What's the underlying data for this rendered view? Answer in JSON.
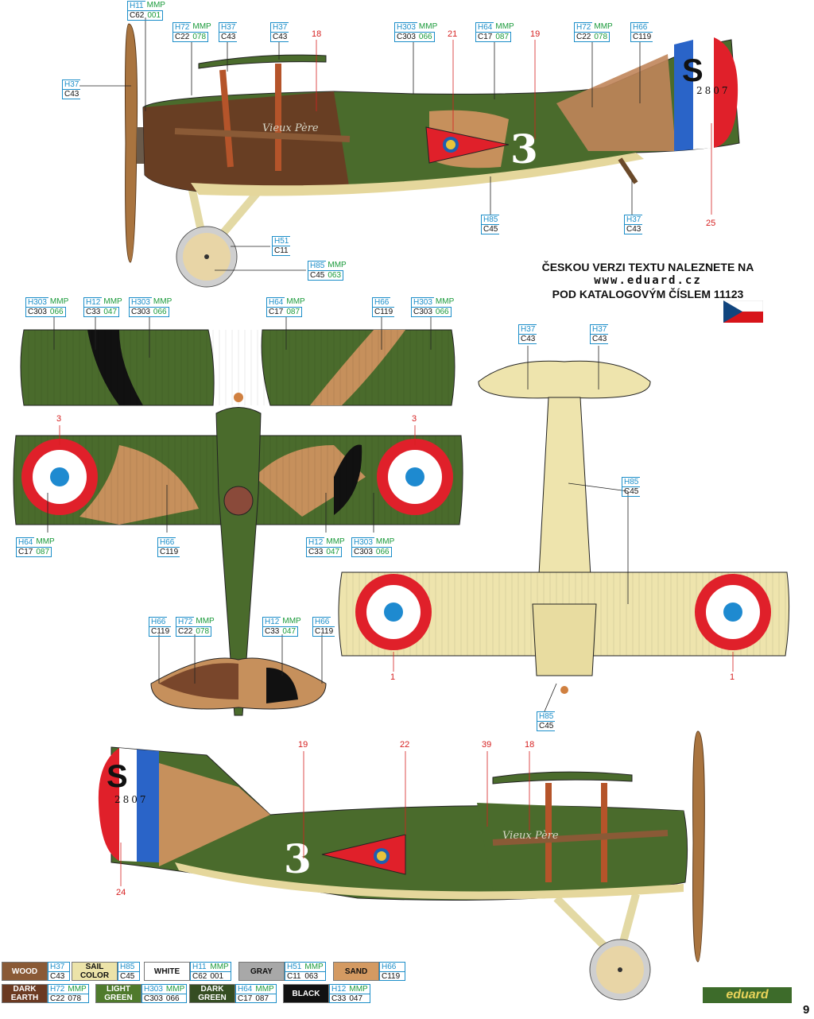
{
  "czech_note": {
    "line1": "ČESKOU VERZI TEXTU NALEZNETE NA",
    "line2": "www.eduard.cz",
    "line3": "POD KATALOGOVÝM ČÍSLEM 11123"
  },
  "markings": {
    "fuselage_number": "3",
    "tail_letter": "S",
    "serial": "2807",
    "script_name": "Vieux Père"
  },
  "callouts": [
    {
      "id": "c1",
      "h": "H11",
      "m": "MMP",
      "c": "C62",
      "n": "001"
    },
    {
      "id": "c2",
      "h": "H37",
      "m": "",
      "c": "C43",
      "n": ""
    },
    {
      "id": "c3",
      "h": "H72",
      "m": "MMP",
      "c": "C22",
      "n": "078"
    },
    {
      "id": "c4",
      "h": "H37",
      "m": "",
      "c": "C43",
      "n": ""
    },
    {
      "id": "c5",
      "h": "H37",
      "m": "",
      "c": "C43",
      "n": ""
    },
    {
      "id": "c6",
      "h": "H303",
      "m": "MMP",
      "c": "C303",
      "n": "066"
    },
    {
      "id": "c7",
      "h": "H64",
      "m": "MMP",
      "c": "C17",
      "n": "087"
    },
    {
      "id": "c8",
      "h": "H72",
      "m": "MMP",
      "c": "C22",
      "n": "078"
    },
    {
      "id": "c9",
      "h": "H66",
      "m": "",
      "c": "C119",
      "n": ""
    },
    {
      "id": "c10",
      "h": "H85",
      "m": "",
      "c": "C45",
      "n": ""
    },
    {
      "id": "c11",
      "h": "H37",
      "m": "",
      "c": "C43",
      "n": ""
    },
    {
      "id": "c12",
      "h": "H51",
      "m": "",
      "c": "C11",
      "n": ""
    },
    {
      "id": "c13",
      "h": "H85",
      "m": "MMP",
      "c": "C45",
      "n": "063"
    },
    {
      "id": "c14",
      "h": "H303",
      "m": "MMP",
      "c": "C303",
      "n": "066"
    },
    {
      "id": "c15",
      "h": "H12",
      "m": "MMP",
      "c": "C33",
      "n": "047"
    },
    {
      "id": "c16",
      "h": "H303",
      "m": "MMP",
      "c": "C303",
      "n": "066"
    },
    {
      "id": "c17",
      "h": "H64",
      "m": "MMP",
      "c": "C17",
      "n": "087"
    },
    {
      "id": "c18",
      "h": "H66",
      "m": "",
      "c": "C119",
      "n": ""
    },
    {
      "id": "c19",
      "h": "H303",
      "m": "MMP",
      "c": "C303",
      "n": "066"
    },
    {
      "id": "c20",
      "h": "H37",
      "m": "",
      "c": "C43",
      "n": ""
    },
    {
      "id": "c21",
      "h": "H37",
      "m": "",
      "c": "C43",
      "n": ""
    },
    {
      "id": "c22",
      "h": "H64",
      "m": "MMP",
      "c": "C17",
      "n": "087"
    },
    {
      "id": "c23",
      "h": "H66",
      "m": "",
      "c": "C119",
      "n": ""
    },
    {
      "id": "c24",
      "h": "H12",
      "m": "MMP",
      "c": "C33",
      "n": "047"
    },
    {
      "id": "c25",
      "h": "H303",
      "m": "MMP",
      "c": "C303",
      "n": "066"
    },
    {
      "id": "c26",
      "h": "H85",
      "m": "",
      "c": "C45",
      "n": ""
    },
    {
      "id": "c27",
      "h": "H66",
      "m": "",
      "c": "C119",
      "n": ""
    },
    {
      "id": "c28",
      "h": "H72",
      "m": "MMP",
      "c": "C22",
      "n": "078"
    },
    {
      "id": "c29",
      "h": "H12",
      "m": "MMP",
      "c": "C33",
      "n": "047"
    },
    {
      "id": "c30",
      "h": "H66",
      "m": "",
      "c": "C119",
      "n": ""
    },
    {
      "id": "c31",
      "h": "H85",
      "m": "",
      "c": "C45",
      "n": ""
    }
  ],
  "decal_numbers": [
    "18",
    "21",
    "19",
    "25",
    "3",
    "3",
    "1",
    "1",
    "19",
    "22",
    "39",
    "18",
    "24"
  ],
  "legend": [
    {
      "label": "WOOD",
      "h": "H37",
      "m": "",
      "c": "C43",
      "n": "",
      "color": "#8a5a36",
      "text_color": "#ffffff"
    },
    {
      "label": "SAIL COLOR",
      "h": "H85",
      "m": "",
      "c": "C45",
      "n": "",
      "color": "#ece3a9",
      "text_color": "#111111"
    },
    {
      "label": "WHITE",
      "h": "H11",
      "m": "MMP",
      "c": "C62",
      "n": "001",
      "color": "#ffffff",
      "text_color": "#111111"
    },
    {
      "label": "GRAY",
      "h": "H51",
      "m": "MMP",
      "c": "C11",
      "n": "063",
      "color": "#a8a8a8",
      "text_color": "#111111"
    },
    {
      "label": "SAND",
      "h": "H66",
      "m": "",
      "c": "C119",
      "n": "",
      "color": "#d49a62",
      "text_color": "#111111"
    },
    {
      "label": "DARK EARTH",
      "h": "H72",
      "m": "MMP",
      "c": "C22",
      "n": "078",
      "color": "#6b3a22",
      "text_color": "#ffffff"
    },
    {
      "label": "LIGHT GREEN",
      "h": "H303",
      "m": "MMP",
      "c": "C303",
      "n": "066",
      "color": "#4f7a2c",
      "text_color": "#ffffff"
    },
    {
      "label": "DARK GREEN",
      "h": "H64",
      "m": "MMP",
      "c": "C17",
      "n": "087",
      "color": "#354d22",
      "text_color": "#ffffff"
    },
    {
      "label": "BLACK",
      "h": "H12",
      "m": "MMP",
      "c": "C33",
      "n": "047",
      "color": "#111111",
      "text_color": "#ffffff"
    }
  ],
  "brand": "eduard",
  "page_number": "9"
}
